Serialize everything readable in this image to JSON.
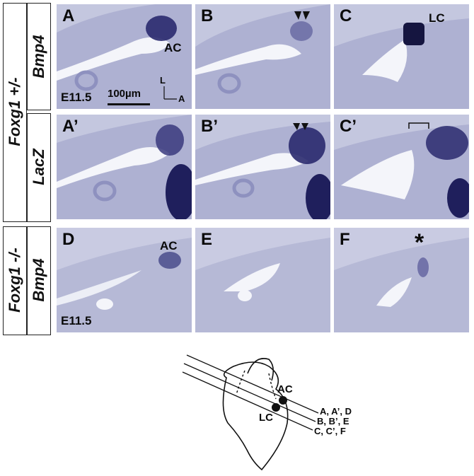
{
  "row_labels": {
    "genotype_top": "Foxg1 +/-",
    "genotype_bottom": "Foxg1 -/-",
    "probe_bmp4_top": "Bmp4",
    "probe_lacz": "LacZ",
    "probe_bmp4_bottom": "Bmp4"
  },
  "panels": [
    {
      "id": "A",
      "label": "A",
      "annotation": "AC",
      "stage": "E11.5",
      "scalebar": "100µm",
      "axis_l": "L",
      "axis_a": "A"
    },
    {
      "id": "B",
      "label": "B",
      "annotation": ""
    },
    {
      "id": "C",
      "label": "C",
      "annotation": "LC"
    },
    {
      "id": "Ap",
      "label": "A’",
      "annotation": ""
    },
    {
      "id": "Bp",
      "label": "B’",
      "annotation": ""
    },
    {
      "id": "Cp",
      "label": "C’",
      "annotation": ""
    },
    {
      "id": "D",
      "label": "D",
      "annotation": "AC",
      "stage": "E11.5"
    },
    {
      "id": "E",
      "label": "E",
      "annotation": ""
    },
    {
      "id": "F",
      "label": "F",
      "annotation": "*"
    }
  ],
  "schematic": {
    "ac_label": "AC",
    "lc_label": "LC",
    "section_lines": [
      "A, A’, D",
      "B, B’, E",
      "C, C’, F"
    ]
  },
  "colors": {
    "tissue": "#b9bcd8",
    "stain": "#2a2a6e",
    "lumen": "#f4f5fa"
  }
}
